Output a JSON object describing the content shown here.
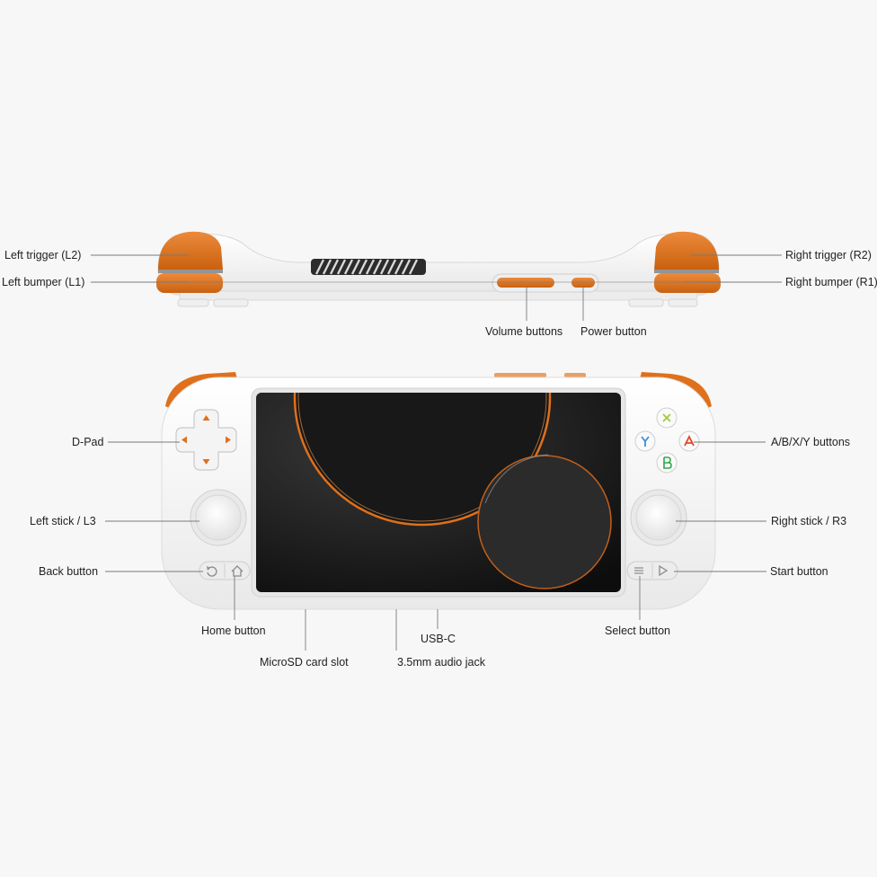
{
  "colors": {
    "accent": "#e0701b",
    "body": "#f2f2f2",
    "screen": "#262626",
    "button_x": "#9ccc3c",
    "button_y": "#3a8fd6",
    "button_a": "#e0462b",
    "button_b": "#2ea84a"
  },
  "labels": {
    "left_trigger": "Left trigger (L2)",
    "left_bumper": "Left bumper (L1)",
    "right_trigger": "Right trigger (R2)",
    "right_bumper": "Right bumper (R1)",
    "volume_buttons": "Volume buttons",
    "power_button": "Power button",
    "dpad": "D-Pad",
    "abxy_buttons": "A/B/X/Y buttons",
    "left_stick": "Left stick / L3",
    "right_stick": "Right stick / R3",
    "back_button": "Back button",
    "start_button": "Start button",
    "home_button": "Home button",
    "select_button": "Select button",
    "usb_c": "USB-C",
    "microsd": "MicroSD card slot",
    "audio_jack": "3.5mm audio jack"
  }
}
